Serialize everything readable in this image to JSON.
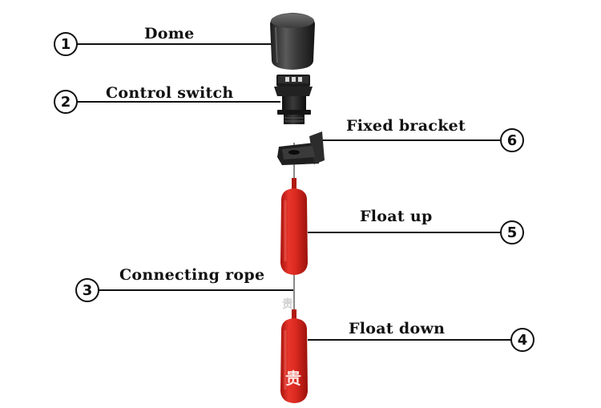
{
  "labels": {
    "dome": "Dome",
    "control_switch": "Control switch",
    "fixed_bracket": "Fixed bracket",
    "float_up": "Float up",
    "connecting_rope": "Connecting rope",
    "float_down": "Float down"
  },
  "numbers": {
    "n1": "1",
    "n2": "2",
    "n3": "3",
    "n4": "4",
    "n5": "5",
    "n6": "6"
  },
  "marks": {
    "float_down_mark": "贵",
    "rope_mark": "贵"
  },
  "colors": {
    "float_red": "#d8231c",
    "float_shadow": "#9c1410",
    "dome_dark": "#2a2a2a",
    "line": "#111111"
  }
}
